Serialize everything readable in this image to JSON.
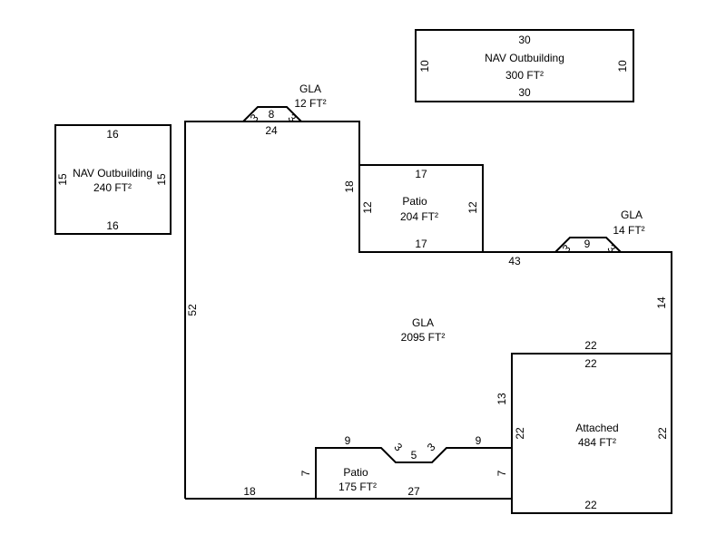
{
  "areas": {
    "gla_main": {
      "name": "GLA",
      "size": "2095 FT²"
    },
    "gla_bump_top": {
      "name": "GLA",
      "size": "12 FT²"
    },
    "gla_bump_right": {
      "name": "GLA",
      "size": "14 FT²"
    },
    "patio_upper": {
      "name": "Patio",
      "size": "204 FT²"
    },
    "patio_lower": {
      "name": "Patio",
      "size": "175 FT²"
    },
    "attached": {
      "name": "Attached",
      "size": "484 FT²"
    },
    "outbuilding_left": {
      "name": "NAV Outbuilding",
      "size": "240 FT²"
    },
    "outbuilding_top": {
      "name": "NAV Outbuilding",
      "size": "300 FT²"
    }
  },
  "dims": {
    "ob_top_top": "30",
    "ob_top_bottom": "30",
    "ob_top_left": "10",
    "ob_top_right": "10",
    "ob_left_top": "16",
    "ob_left_bottom": "16",
    "ob_left_left": "15",
    "ob_left_right": "15",
    "main_left": "52",
    "main_top": "24",
    "main_bottom_left": "18",
    "bump_top_width": "8",
    "bump_top_left": "3",
    "bump_top_right": "3",
    "main_step": "18",
    "main_ledge": "43",
    "main_right": "14",
    "patio_up_top": "17",
    "patio_up_bottom": "17",
    "patio_up_left": "12",
    "patio_up_right": "12",
    "bump_right_width": "9",
    "bump_right_left": "3",
    "bump_right_right": "3",
    "att_top_outer": "22",
    "att_top_inner": "22",
    "att_bottom": "22",
    "att_right": "22",
    "att_left": "22",
    "main_att_seg": "13",
    "patio_lo_top_left": "9",
    "patio_lo_top_right": "9",
    "patio_lo_notch_left": "3",
    "patio_lo_notch_bottom": "5",
    "patio_lo_notch_right": "3",
    "patio_lo_left": "7",
    "patio_lo_right": "7",
    "patio_lo_bottom": "27"
  }
}
